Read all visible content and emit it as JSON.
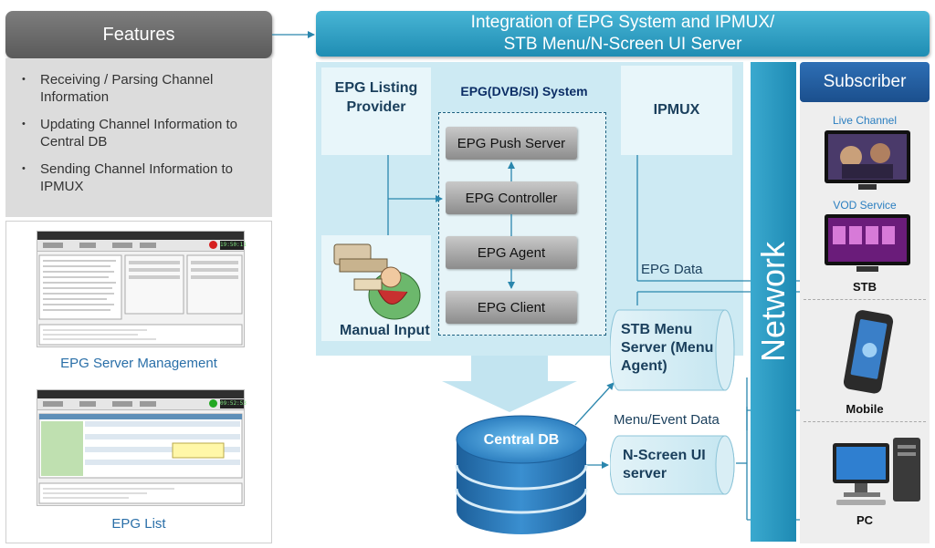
{
  "features": {
    "title": "Features",
    "items": [
      "Receiving / Parsing Channel Information",
      "Updating Channel Information to Central DB",
      "Sending Channel Information to IPMUX"
    ]
  },
  "screenshots": [
    {
      "title": "EPG Server Management",
      "clock": "19:50:11"
    },
    {
      "title": "EPG List",
      "clock": "09:52:53"
    }
  ],
  "banner": {
    "line1": "Integration of EPG System and IPMUX/",
    "line2": "STB Menu/N-Screen UI Server"
  },
  "epg": {
    "listing_provider": "EPG Listing Provider",
    "system_title": "EPG(DVB/SI) System",
    "components": [
      "EPG Push Server",
      "EPG Controller",
      "EPG Agent",
      "EPG Client"
    ],
    "manual_input": "Manual Input"
  },
  "ipmux": "IPMUX",
  "labels": {
    "epg_data": "EPG Data",
    "menu_event_data": "Menu/Event Data"
  },
  "stb_menu_server": "STB Menu Server (Menu Agent)",
  "nscreen_server": "N-Screen UI server",
  "central_db": "Central DB",
  "network": "Network",
  "subscriber": {
    "title": "Subscriber",
    "live_channel": "Live Channel",
    "vod_service": "VOD Service",
    "devices": [
      "STB",
      "Mobile",
      "PC"
    ]
  },
  "colors": {
    "accent": "#2a9fc8",
    "dark_blue": "#1b4f8d",
    "panel": "#cdeaf3"
  }
}
